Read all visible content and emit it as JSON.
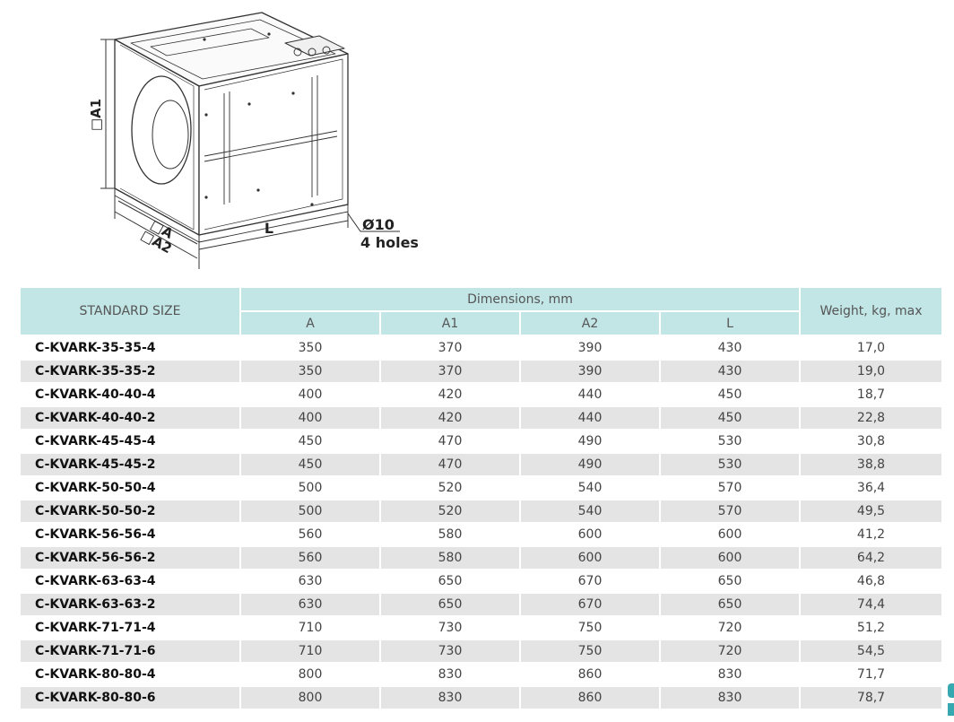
{
  "drawing": {
    "labels": {
      "a1": "□A1",
      "a": "□A",
      "a2": "□A2",
      "l": "L",
      "diameter": "Ø10",
      "holes": "4 holes"
    }
  },
  "table": {
    "headers": {
      "standard_size": "STANDARD SIZE",
      "dimensions": "Dimensions, mm",
      "weight": "Weight, kg, max",
      "a": "A",
      "a1": "A1",
      "a2": "A2",
      "l": "L"
    },
    "rows": [
      {
        "model": "C-KVARK-35-35-4",
        "a": "350",
        "a1": "370",
        "a2": "390",
        "l": "430",
        "weight": "17,0"
      },
      {
        "model": "C-KVARK-35-35-2",
        "a": "350",
        "a1": "370",
        "a2": "390",
        "l": "430",
        "weight": "19,0"
      },
      {
        "model": "C-KVARK-40-40-4",
        "a": "400",
        "a1": "420",
        "a2": "440",
        "l": "450",
        "weight": "18,7"
      },
      {
        "model": "C-KVARK-40-40-2",
        "a": "400",
        "a1": "420",
        "a2": "440",
        "l": "450",
        "weight": "22,8"
      },
      {
        "model": "C-KVARK-45-45-4",
        "a": "450",
        "a1": "470",
        "a2": "490",
        "l": "530",
        "weight": "30,8"
      },
      {
        "model": "C-KVARK-45-45-2",
        "a": "450",
        "a1": "470",
        "a2": "490",
        "l": "530",
        "weight": "38,8"
      },
      {
        "model": "C-KVARK-50-50-4",
        "a": "500",
        "a1": "520",
        "a2": "540",
        "l": "570",
        "weight": "36,4"
      },
      {
        "model": "C-KVARK-50-50-2",
        "a": "500",
        "a1": "520",
        "a2": "540",
        "l": "570",
        "weight": "49,5"
      },
      {
        "model": "C-KVARK-56-56-4",
        "a": "560",
        "a1": "580",
        "a2": "600",
        "l": "600",
        "weight": "41,2"
      },
      {
        "model": "C-KVARK-56-56-2",
        "a": "560",
        "a1": "580",
        "a2": "600",
        "l": "600",
        "weight": "64,2"
      },
      {
        "model": "C-KVARK-63-63-4",
        "a": "630",
        "a1": "650",
        "a2": "670",
        "l": "650",
        "weight": "46,8"
      },
      {
        "model": "C-KVARK-63-63-2",
        "a": "630",
        "a1": "650",
        "a2": "670",
        "l": "650",
        "weight": "74,4"
      },
      {
        "model": "C-KVARK-71-71-4",
        "a": "710",
        "a1": "730",
        "a2": "750",
        "l": "720",
        "weight": "51,2"
      },
      {
        "model": "C-KVARK-71-71-6",
        "a": "710",
        "a1": "730",
        "a2": "750",
        "l": "720",
        "weight": "54,5"
      },
      {
        "model": "C-KVARK-80-80-4",
        "a": "800",
        "a1": "830",
        "a2": "860",
        "l": "830",
        "weight": "71,7"
      },
      {
        "model": "C-KVARK-80-80-6",
        "a": "800",
        "a1": "830",
        "a2": "860",
        "l": "830",
        "weight": "78,7"
      }
    ]
  },
  "colors": {
    "header_bg": "#c2e5e6",
    "row_shade": "#e4e4e4",
    "accent": "#38a8b0"
  }
}
